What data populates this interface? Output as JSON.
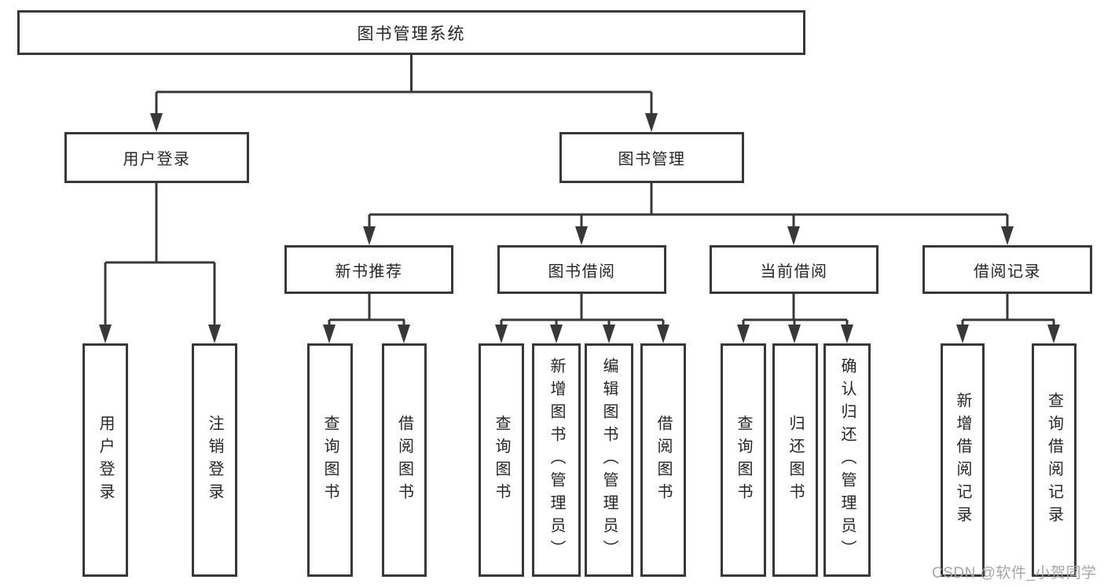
{
  "tree": {
    "root": {
      "label": "图书管理系统"
    },
    "level2": [
      {
        "label": "用户登录"
      },
      {
        "label": "图书管理"
      }
    ],
    "level3": [
      {
        "label": "新书推荐",
        "parent": "图书管理"
      },
      {
        "label": "图书借阅",
        "parent": "图书管理"
      },
      {
        "label": "当前借阅",
        "parent": "图书管理"
      },
      {
        "label": "借阅记录",
        "parent": "图书管理"
      }
    ],
    "leaves": [
      {
        "label": "用户登录",
        "parent": "用户登录"
      },
      {
        "label": "注销登录",
        "parent": "用户登录"
      },
      {
        "label": "查询图书",
        "parent": "新书推荐"
      },
      {
        "label": "借阅图书",
        "parent": "新书推荐"
      },
      {
        "label": "查询图书",
        "parent": "图书借阅"
      },
      {
        "label": "新增图书（管理员）",
        "parent": "图书借阅"
      },
      {
        "label": "编辑图书（管理员）",
        "parent": "图书借阅"
      },
      {
        "label": "借阅图书",
        "parent": "图书借阅"
      },
      {
        "label": "查询图书",
        "parent": "当前借阅"
      },
      {
        "label": "归还图书",
        "parent": "当前借阅"
      },
      {
        "label": "确认归还（管理员）",
        "parent": "当前借阅"
      },
      {
        "label": "新增借阅记录",
        "parent": "借阅记录"
      },
      {
        "label": "查询借阅记录",
        "parent": "借阅记录"
      }
    ]
  },
  "watermark": {
    "text": "CSDN @软件_小贺同学"
  },
  "colors": {
    "line": "#383838",
    "border": "#383838",
    "text": "#262626",
    "watermark": "#a6a6a6",
    "background": "#ffffff"
  }
}
